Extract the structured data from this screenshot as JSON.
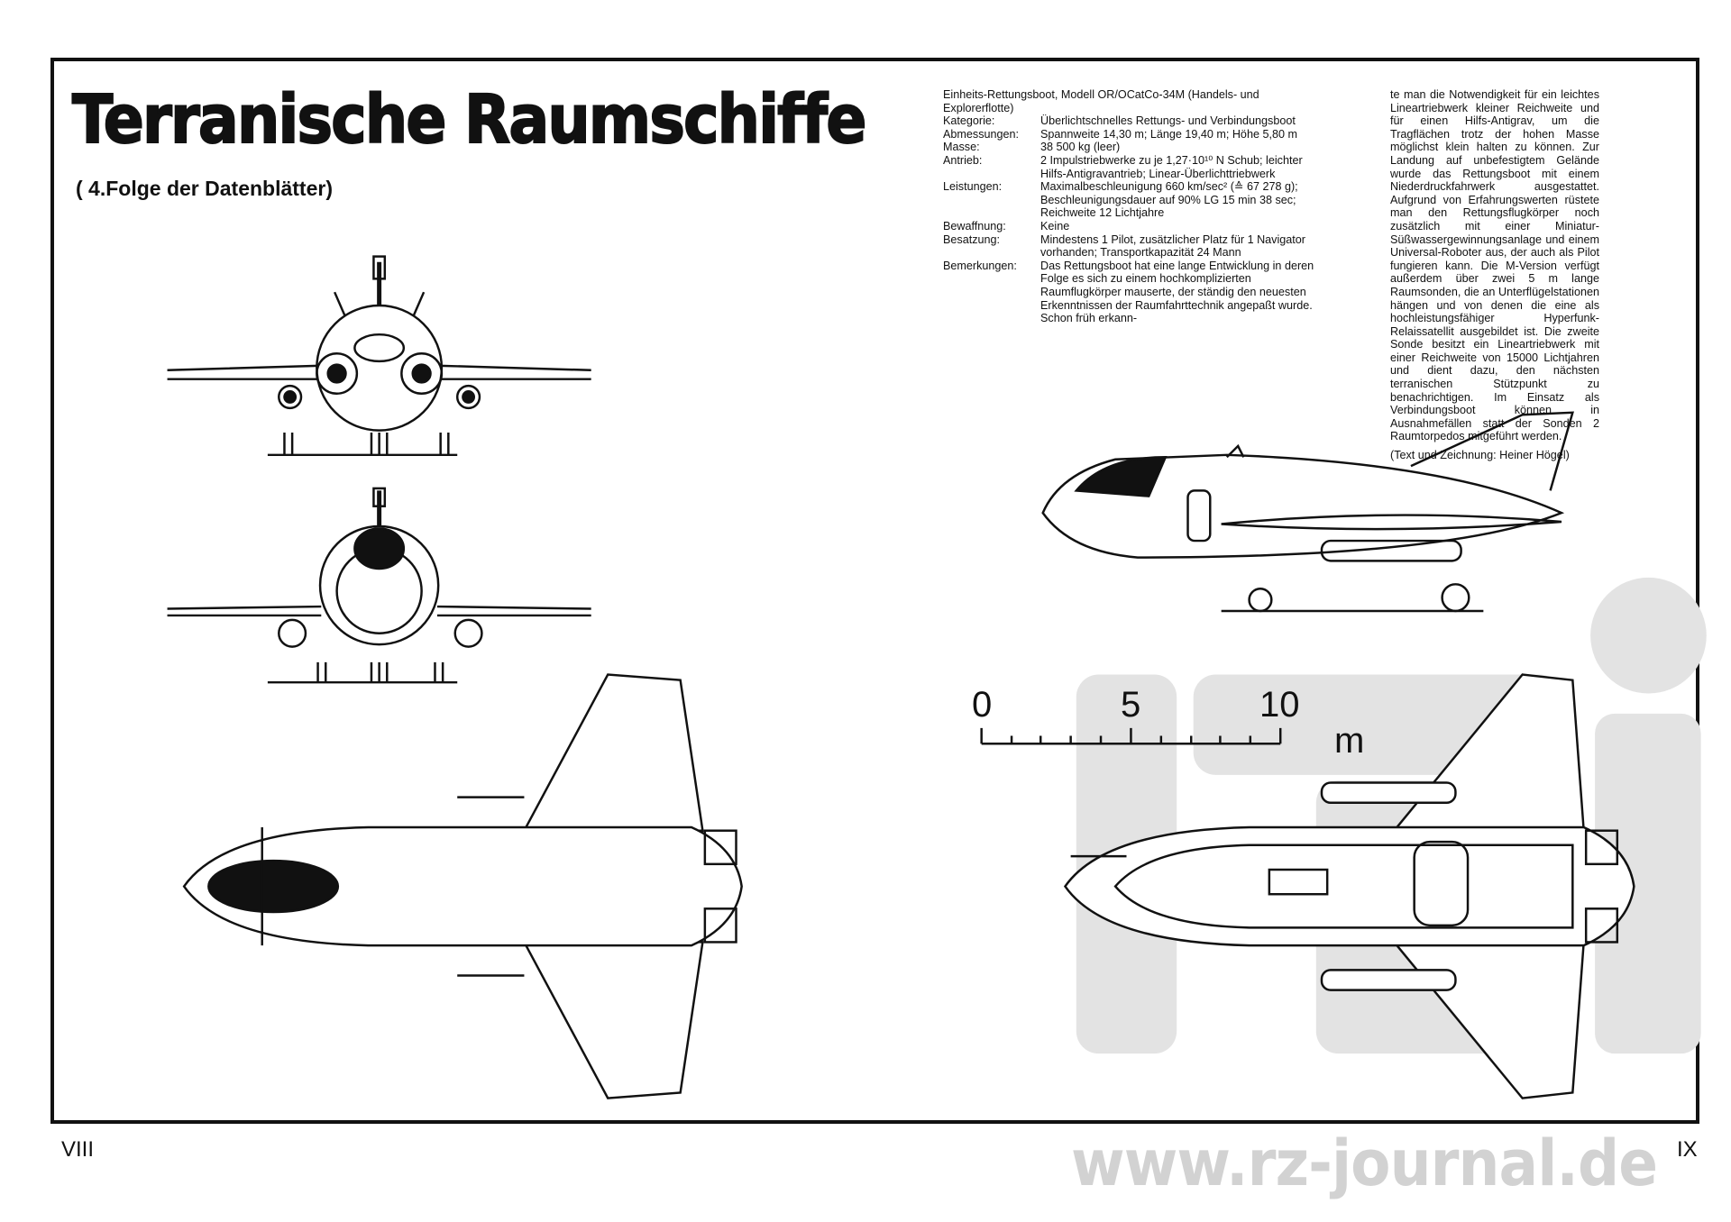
{
  "title": "Terranische Raumschiffe",
  "subtitle": "( 4.Folge der Datenblätter)",
  "intro": "Einheits-Rettungsboot, Modell OR/OCatCo-34M (Handels- und Explorerflotte)",
  "specs": [
    {
      "label": "Kategorie:",
      "value": "Überlichtschnelles Rettungs- und Verbindungsboot"
    },
    {
      "label": "Abmessungen:",
      "value": "Spannweite 14,30 m; Länge 19,40 m; Höhe 5,80 m"
    },
    {
      "label": "Masse:",
      "value": "38 500 kg (leer)"
    },
    {
      "label": "Antrieb:",
      "value": "2 Impulstriebwerke zu je 1,27·10¹⁰ N Schub; leichter Hilfs-Antigravantrieb; Linear-Überlichttriebwerk"
    },
    {
      "label": "Leistungen:",
      "value": "Maximalbeschleunigung 660 km/sec² (≙ 67 278 g); Beschleunigungsdauer auf 90% LG 15 min 38 sec; Reichweite 12 Lichtjahre"
    },
    {
      "label": "Bewaffnung:",
      "value": "Keine"
    },
    {
      "label": "Besatzung:",
      "value": "Mindestens 1 Pilot, zusätzlicher Platz für 1 Navigator vorhanden; Transportkapazität 24 Mann"
    },
    {
      "label": "Bemerkungen:",
      "value": "Das Rettungsboot hat eine lange Entwicklung in deren Folge es sich zu einem hochkomplizierten Raumflugkörper mauserte, der ständig den neuesten Erkenntnissen der Raumfahrttechnik angepaßt wurde. Schon früh erkann-"
    }
  ],
  "continuation": "te man die Notwendigkeit für ein leichtes Lineartriebwerk kleiner Reichweite und für einen Hilfs-Antigrav, um die Tragflächen trotz der hohen Masse möglichst klein halten zu können. Zur Landung auf unbefestigtem Gelände wurde das Rettungsboot mit einem Niederdruckfahrwerk ausgestattet. Aufgrund von Erfahrungswerten rüstete man den Rettungsflugkörper noch zusätzlich mit einer Miniatur-Süßwassergewinnungsanlage und einem Universal-Roboter aus, der auch als Pilot fungieren kann. Die M-Version verfügt außerdem über zwei 5 m lange Raumsonden, die an Unterflügelstationen hängen und von denen die eine als hochleistungsfähiger Hyperfunk-Relaissatellit ausgebildet ist. Die zweite Sonde besitzt ein Lineartriebwerk mit einer Reichweite von 15000 Lichtjahren und dient dazu, den nächsten terranischen Stützpunkt zu benachrichtigen. Im Einsatz als Verbindungsboot können in Ausnahmefällen statt der Sonden 2 Raumtorpedos mitgeführt werden.",
  "credit": "(Text und Zeichnung: Heiner Högel)",
  "scale": {
    "labels": [
      "0",
      "5",
      "10"
    ],
    "unit": "m"
  },
  "pages": {
    "left": "VIII",
    "right": "IX"
  },
  "watermark": "www.rz-journal.de"
}
